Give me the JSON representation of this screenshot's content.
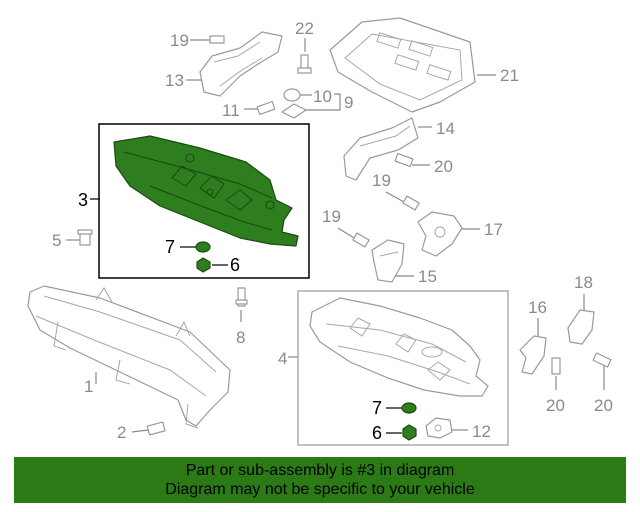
{
  "callouts": {
    "c1": "1",
    "c2": "2",
    "c3": "3",
    "c4": "4",
    "c5": "5",
    "c6a": "6",
    "c6b": "6",
    "c7a": "7",
    "c7b": "7",
    "c8": "8",
    "c9": "9",
    "c10": "10",
    "c11": "11",
    "c12": "12",
    "c13": "13",
    "c14": "14",
    "c15": "15",
    "c16": "16",
    "c17": "17",
    "c18": "18",
    "c19a": "19",
    "c19b": "19",
    "c19c": "19",
    "c20a": "20",
    "c20b": "20",
    "c20c": "20",
    "c21": "21",
    "c22": "22"
  },
  "banner": {
    "line1": "Part or sub-assembly is #3 in diagram",
    "line2": "Diagram may not be specific to your vehicle"
  },
  "colors": {
    "highlight": "#2e7d1f",
    "banner": "#2b7a16",
    "line": "#8a8a8a"
  }
}
